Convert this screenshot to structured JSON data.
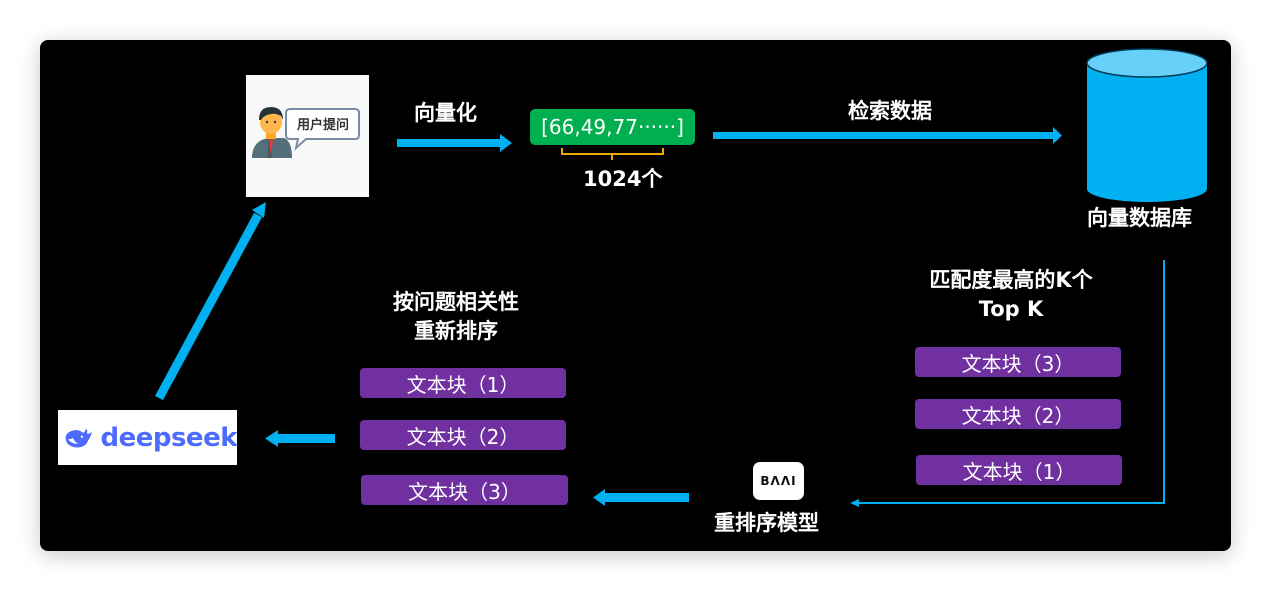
{
  "colors": {
    "background": "#000000",
    "arrow": "#00b0f0",
    "vector_box": "#00b050",
    "chunk": "#7030a0",
    "brace": "#f0a800",
    "cylinder_body": "#00b0f0",
    "cylinder_top": "#66d0f8",
    "deepseek_brand": "#4d6bfe"
  },
  "user_query": {
    "bubble_text": "用户提问",
    "icon": "user-avatar-icon"
  },
  "vectorize": {
    "label": "向量化",
    "vector_text": "[66,49,77······]",
    "dimension_label": "1024个"
  },
  "retrieve": {
    "label": "检索数据"
  },
  "vector_db": {
    "label": "向量数据库",
    "icon": "database-cylinder-icon"
  },
  "top_k": {
    "title_line1": "匹配度最高的K个",
    "title_line2": "Top K",
    "chunks": [
      "文本块（3）",
      "文本块（2）",
      "文本块（1）"
    ]
  },
  "rerank_model": {
    "logo_text": "ΒΛΛΙ",
    "label": "重排序模型"
  },
  "reranked": {
    "title_line1": "按问题相关性",
    "title_line2": "重新排序",
    "chunks": [
      "文本块（1）",
      "文本块（2）",
      "文本块（3）"
    ]
  },
  "llm": {
    "brand_text": "deepseek",
    "icon": "deepseek-whale-icon"
  }
}
